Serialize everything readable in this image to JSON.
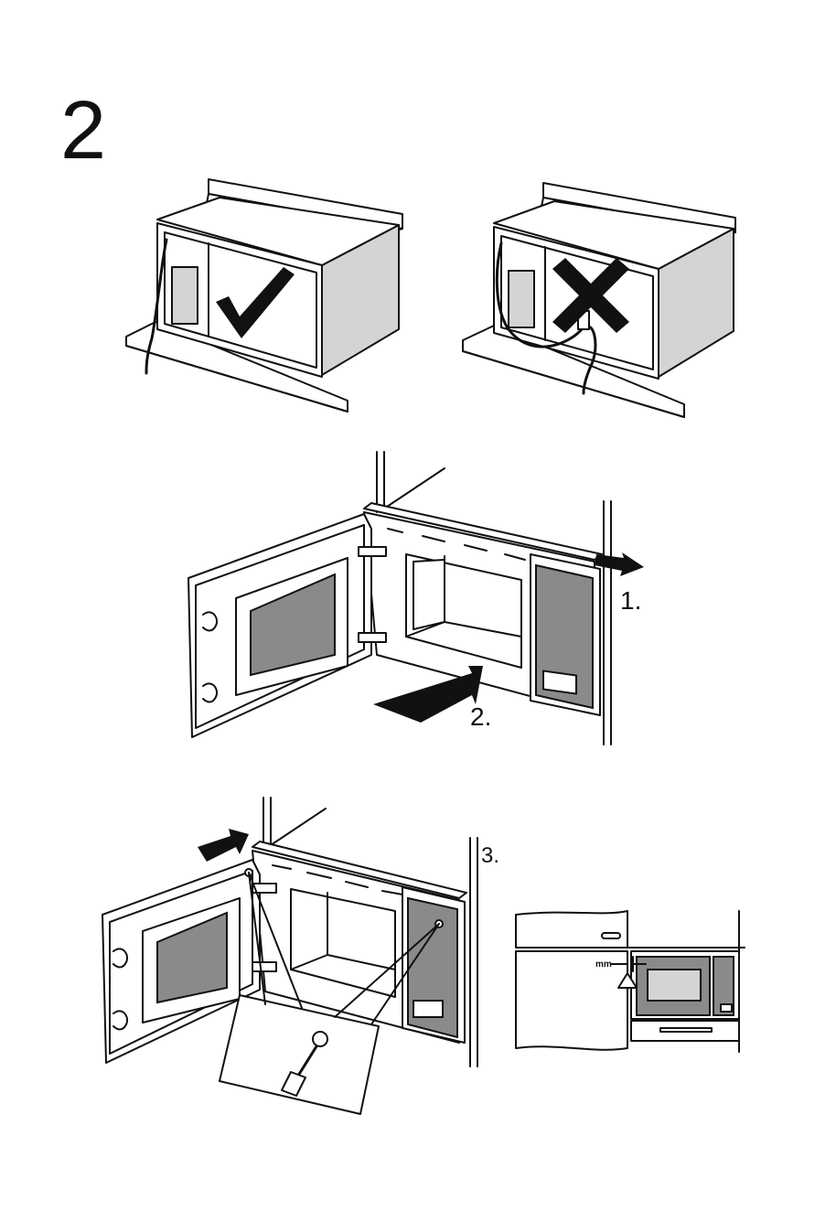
{
  "step": {
    "number": "2"
  },
  "labels": {
    "push_right": "1.",
    "push_in": "2.",
    "fix_screws": "3.",
    "gap_unit": "mm"
  },
  "icons": {
    "correct": "checkmark-icon",
    "incorrect": "cross-icon",
    "warning": "warning-triangle-icon"
  }
}
